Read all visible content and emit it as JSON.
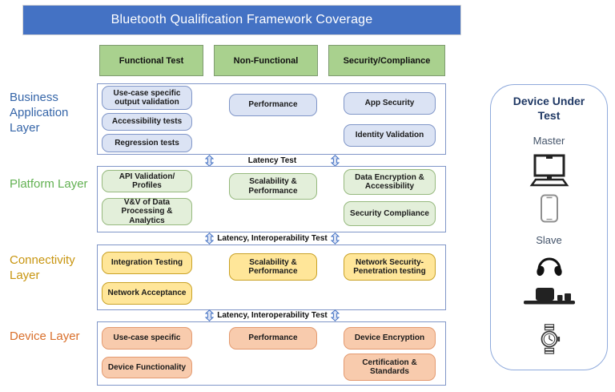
{
  "title": "Bluetooth Qualification Framework Coverage",
  "column_headers": [
    "Functional Test",
    "Non-Functional",
    "Security/Compliance"
  ],
  "layers": [
    {
      "label": "Business Application Layer",
      "items": [
        "Use-case specific output validation",
        "Accessibility tests",
        "Regression tests",
        "Performance",
        "App Security",
        "Identity Validation"
      ]
    },
    {
      "label": "Platform Layer",
      "items": [
        "API Validation/ Profiles",
        "V&V of Data Processing & Analytics",
        "Scalability & Performance",
        "Data Encryption & Accessibility",
        "Security Compliance"
      ]
    },
    {
      "label": "Connectivity Layer",
      "items": [
        "Integration Testing",
        "Network Acceptance",
        "Scalability & Performance",
        "Network Security- Penetration testing"
      ]
    },
    {
      "label": "Device Layer",
      "items": [
        "Use-case specific",
        "Device Functionality",
        "Performance",
        "Device Encryption",
        "Certification & Standards"
      ]
    }
  ],
  "connectors": [
    "Latency Test",
    "Latency, Interoperability Test",
    "Latency, Interoperability Test"
  ],
  "device_under_test": {
    "title": "Device Under Test",
    "roles": [
      {
        "name": "Master",
        "devices": [
          "desktop-computer-icon",
          "smartphone-icon"
        ]
      },
      {
        "name": "Slave",
        "devices": [
          "headphones-icon",
          "smart-speaker-icon",
          "smartwatch-icon"
        ]
      }
    ]
  },
  "colors": {
    "title_bar": "#4472C4",
    "header_fill": "#A9D18E",
    "business_box_fill": "#DBE3F4",
    "platform_box_fill": "#E3EFDA",
    "connectivity_box_fill": "#FFE699",
    "device_box_fill": "#F8CBAD",
    "business_label": "#3565A8",
    "platform_label": "#62B152",
    "connectivity_label": "#C8950F",
    "device_label": "#D96F2B"
  }
}
